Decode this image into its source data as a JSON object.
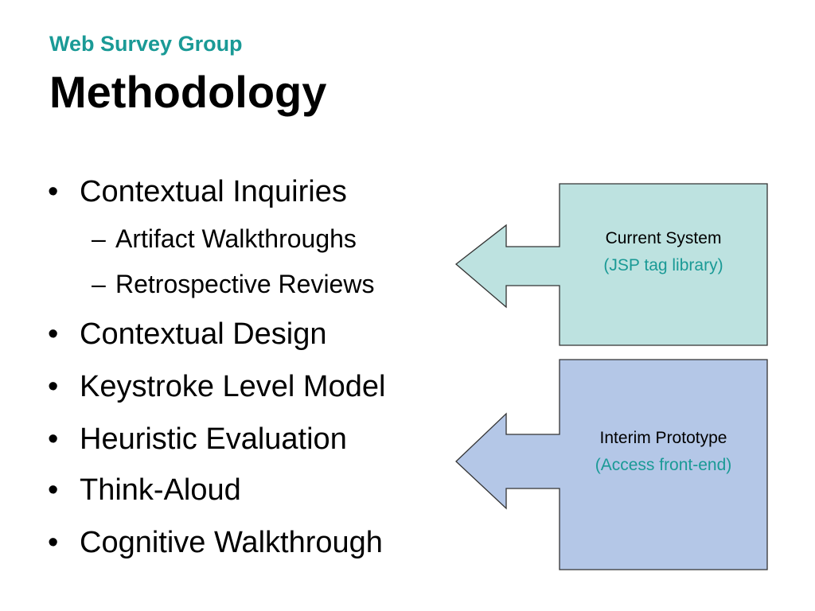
{
  "header": {
    "subtitle": "Web Survey Group",
    "title": "Methodology"
  },
  "bullets": [
    {
      "text": "Contextual Inquiries",
      "children": [
        "Artifact Walkthroughs",
        "Retrospective Reviews"
      ]
    },
    {
      "text": "Contextual Design"
    },
    {
      "text": "Keystroke Level Model"
    },
    {
      "text": "Heuristic Evaluation"
    },
    {
      "text": "Think-Aloud"
    },
    {
      "text": "Cognitive Walkthrough"
    }
  ],
  "symbols": {
    "bullet": "•",
    "dash": "–"
  },
  "boxes": [
    {
      "line1": "Current System",
      "line2": "(JSP tag library)",
      "fill": "#bde2e0"
    },
    {
      "line1": "Interim Prototype",
      "line2": "(Access front-end)",
      "fill": "#b4c7e7"
    }
  ],
  "colors": {
    "accent": "#1a9a96",
    "text": "#000000",
    "outline": "#333333"
  }
}
